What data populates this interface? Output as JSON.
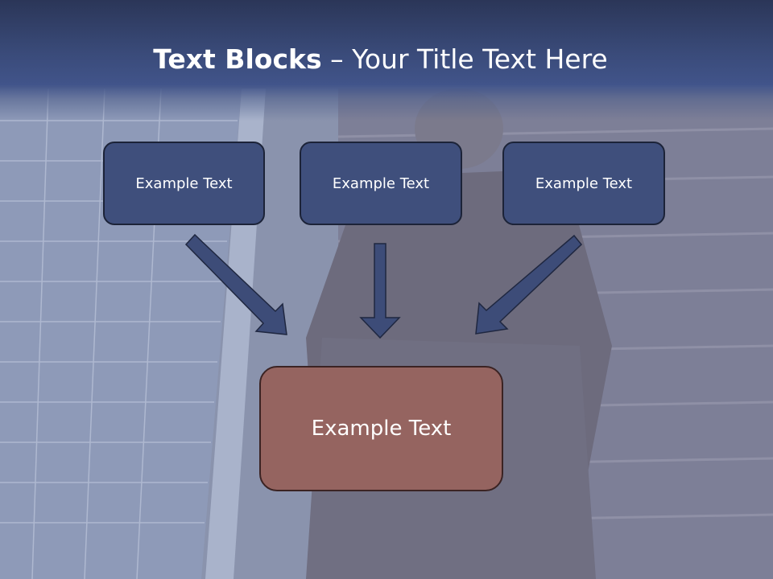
{
  "title": {
    "bold": "Text Blocks",
    "separator": " – ",
    "rest": "Your Title Text Here"
  },
  "blocks": [
    {
      "label": "Example Text"
    },
    {
      "label": "Example Text"
    },
    {
      "label": "Example Text"
    }
  ],
  "target": {
    "label": "Example Text"
  },
  "colors": {
    "header": "#3a4b7a",
    "block_fill": "#3f4f7c",
    "target_fill": "#956460",
    "arrow_fill": "#3d4c78"
  }
}
